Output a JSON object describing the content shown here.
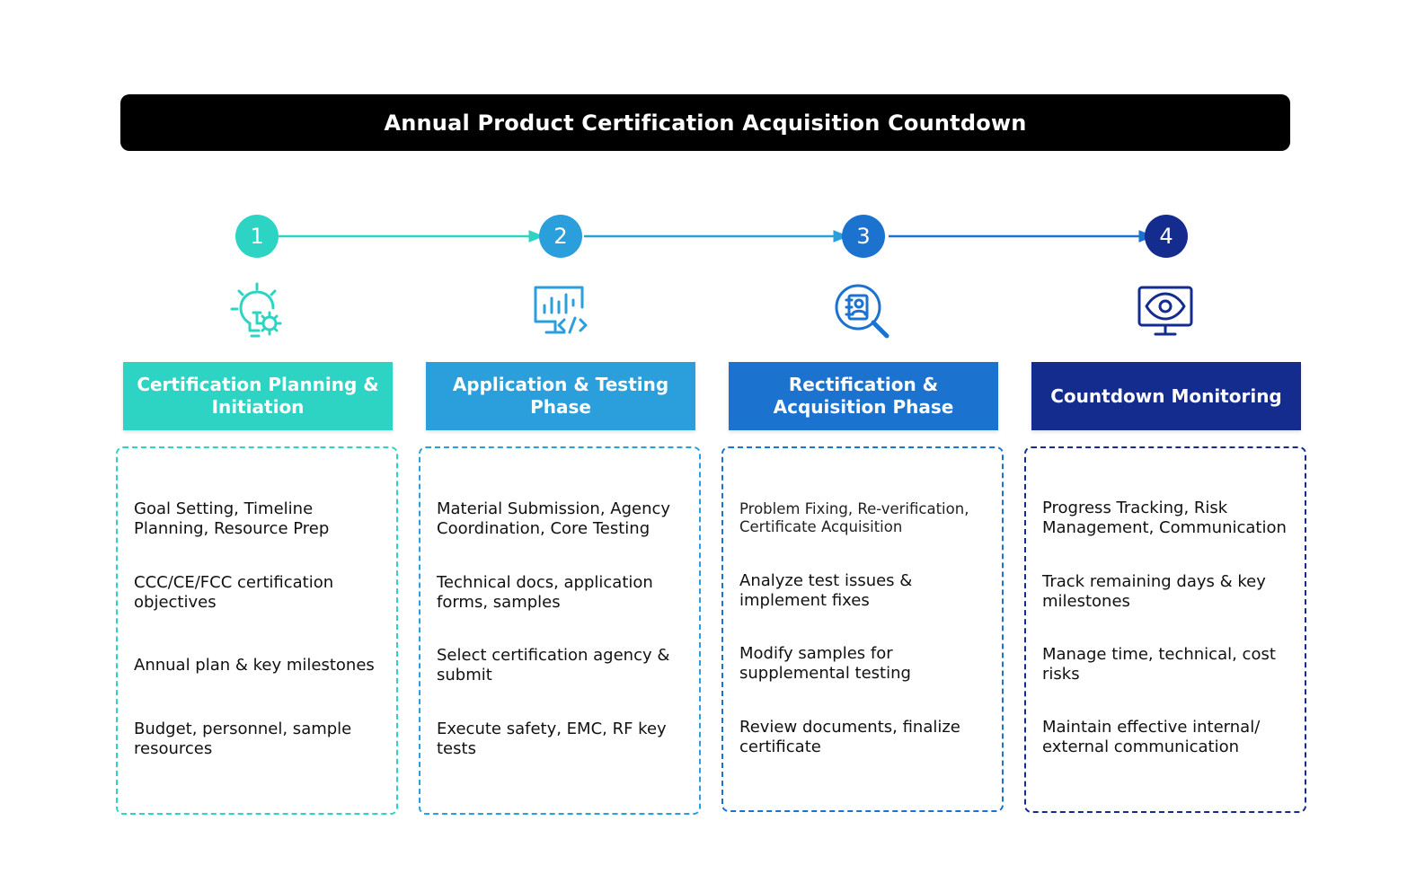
{
  "title": "Annual Product Certification Acquisition Countdown",
  "colors": {
    "step1": "#2dd4c4",
    "step2": "#2b9fdc",
    "step3": "#1b72cf",
    "step4": "#142c8e"
  },
  "steps": [
    {
      "number": "1",
      "icon": "lightbulb-gear-icon",
      "header": "Certification Planning & Initiation",
      "items": [
        "Goal Setting, Timeline Planning, Resource Prep",
        "CCC/CE/FCC certification objectives",
        "Annual plan & key milestones",
        "Budget, personnel, sample resources"
      ]
    },
    {
      "number": "2",
      "icon": "monitor-code-chart-icon",
      "header": "Application & Testing Phase",
      "items": [
        "Material Submission, Agency Coordination, Core Testing",
        "Technical docs, application forms, samples",
        "Select certification agency & submit",
        "Execute safety, EMC, RF key tests"
      ]
    },
    {
      "number": "3",
      "icon": "magnifier-document-icon",
      "header": "Rectification & Acquisition Phase",
      "items": [
        "Problem Fixing, Re-verification, Certificate Acquisition",
        "Analyze test issues & implement fixes",
        "Modify samples for supplemental testing",
        "Review documents, finalize certificate"
      ]
    },
    {
      "number": "4",
      "icon": "monitor-eye-icon",
      "header": "Countdown Monitoring",
      "items": [
        "Progress Tracking, Risk Management, Communication",
        "Track remaining days & key milestones",
        "Manage time, technical, cost risks",
        "Maintain effective internal/ external communication"
      ]
    }
  ]
}
